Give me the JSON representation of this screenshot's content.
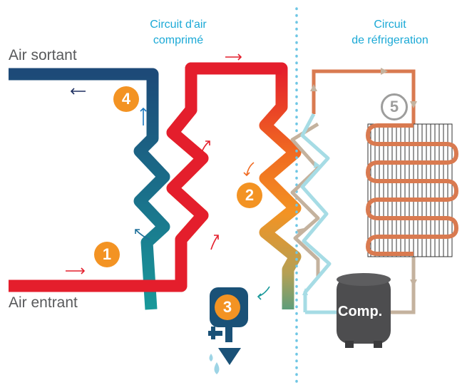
{
  "labels": {
    "air_out": "Air sortant",
    "air_in": "Air entrant",
    "compressed_air_circuit": [
      "Circuit d'air",
      "comprimé"
    ],
    "refrigeration_circuit": [
      "Circuit",
      "de réfrigeration"
    ],
    "compressor": "Comp."
  },
  "badges": [
    {
      "number": "1",
      "color": "#f39323"
    },
    {
      "number": "2",
      "color": "#f39323"
    },
    {
      "number": "3",
      "color": "#f39323"
    },
    {
      "number": "4",
      "color": "#f39323"
    },
    {
      "number": "5",
      "color": "#9d9d9c"
    }
  ],
  "colors": {
    "hot_air": "#e41e2c",
    "cold_air": "#1d3a6b",
    "teal_air": "#1b8a8f",
    "refrigerant_hot": "#d97a50",
    "refrigerant_cold": "#a6dce5",
    "refrigerant_mid": "#c4b29e",
    "accent": "#1ba9d6",
    "compressor": "#4d4d4f"
  },
  "icons": [
    "drain-valve-icon",
    "water-drop-icon",
    "direction-arrow-icon"
  ]
}
